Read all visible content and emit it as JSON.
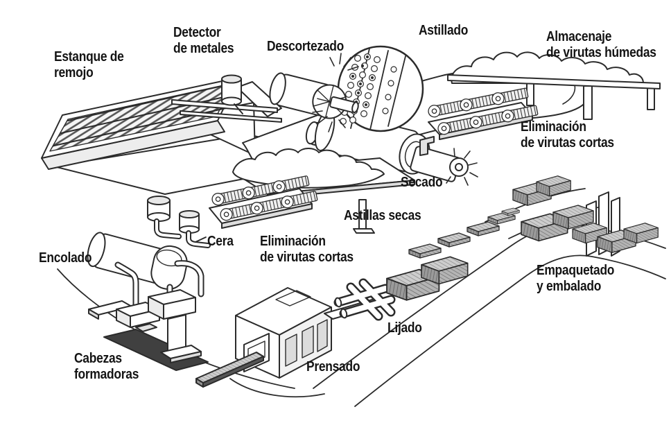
{
  "colors": {
    "background": "#ffffff",
    "line": "#2b2b2b",
    "text": "#141414",
    "belt_dark": "#404040",
    "stack_fill": "#bdbdbd"
  },
  "process": {
    "description_type": "wood-board-manufacturing-flow",
    "stations": [
      {
        "id": "estanque-remojo",
        "label": "Estanque de remojo",
        "lines": [
          "Estanque de",
          "remojo"
        ]
      },
      {
        "id": "detector-metales",
        "label": "Detector de metales",
        "lines": [
          "Detector",
          "de metales"
        ]
      },
      {
        "id": "descortezado",
        "label": "Descortezado",
        "lines": [
          "Descortezado"
        ]
      },
      {
        "id": "astillado",
        "label": "Astillado",
        "lines": [
          "Astillado"
        ]
      },
      {
        "id": "almacenaje-virutas-humedas",
        "label": "Almacenaje de virutas húmedas",
        "lines": [
          "Almacenaje",
          "de virutas húmedas"
        ]
      },
      {
        "id": "eliminacion-virutas-cortas-superior",
        "label": "Eliminación de virutas cortas",
        "lines": [
          "Eliminación",
          "de virutas cortas"
        ]
      },
      {
        "id": "secado",
        "label": "Secado",
        "lines": [
          "Secado"
        ]
      },
      {
        "id": "astillas-secas",
        "label": "Astillas secas",
        "lines": [
          "Astillas secas"
        ]
      },
      {
        "id": "cera",
        "label": "Cera",
        "lines": [
          "Cera"
        ]
      },
      {
        "id": "eliminacion-virutas-cortas-central",
        "label": "Eliminación de virutas cortas",
        "lines": [
          "Eliminación",
          "de virutas cortas"
        ]
      },
      {
        "id": "encolado",
        "label": "Encolado",
        "lines": [
          "Encolado"
        ]
      },
      {
        "id": "cabezas-formadoras",
        "label": "Cabezas formadoras",
        "lines": [
          "Cabezas",
          "formadoras"
        ]
      },
      {
        "id": "prensado",
        "label": "Prensado",
        "lines": [
          "Prensado"
        ]
      },
      {
        "id": "lijado",
        "label": "Lijado",
        "lines": [
          "Lijado"
        ]
      },
      {
        "id": "empaquetado-embalado",
        "label": "Empaquetado y embalado",
        "lines": [
          "Empaquetado",
          "y embalado"
        ]
      }
    ]
  }
}
